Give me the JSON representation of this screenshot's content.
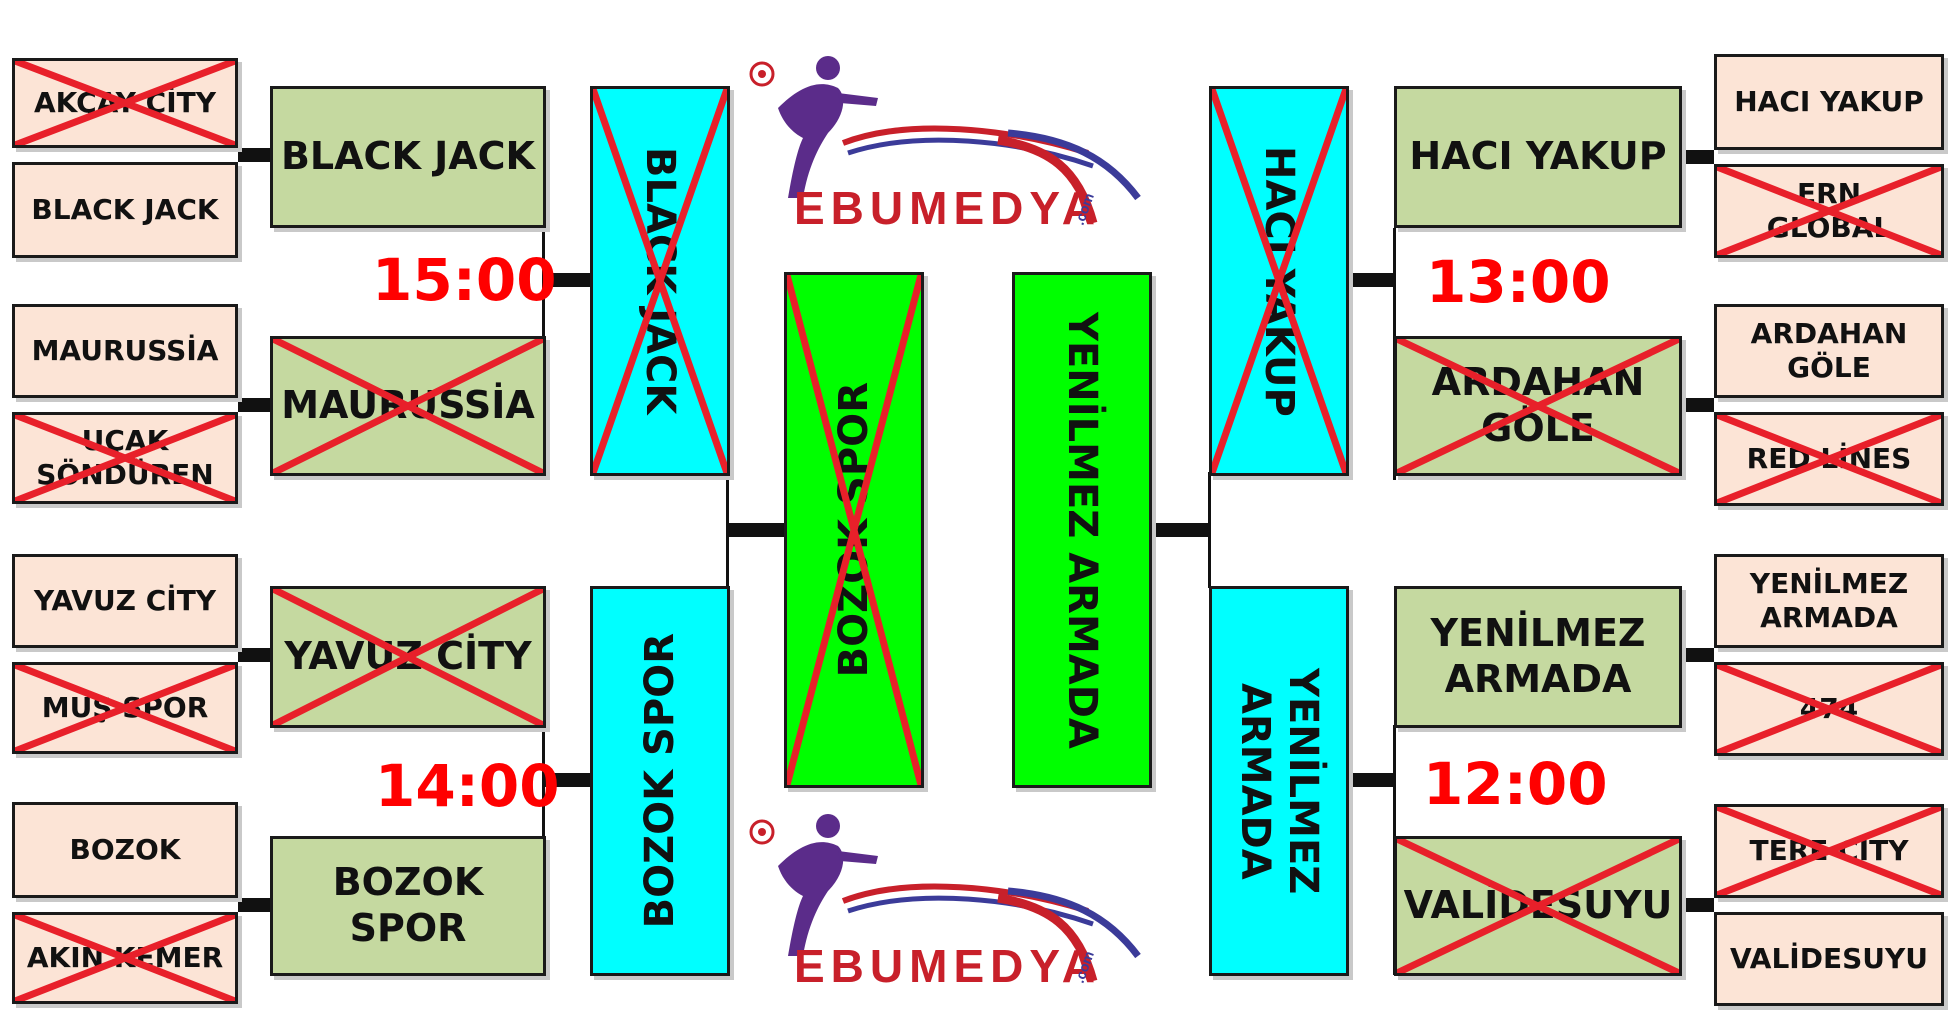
{
  "left": {
    "r1": [
      "AKÇAY CİTY",
      "BLACK JACK",
      "MAURUSSİA",
      "UÇAK SÖNDÜREN",
      "YAVUZ CİTY",
      "MUŞ SPOR",
      "BOZOK",
      "AKIN KEMER"
    ],
    "r2": [
      "BLACK JACK",
      "MAURUSSİA",
      "YAVUZ CİTY",
      "BOZOK SPOR"
    ],
    "qf": [
      "BLACK JACK",
      "BOZOK SPOR"
    ],
    "sf": "BOZOK SPOR",
    "times": [
      "15:00",
      "14:00"
    ]
  },
  "right": {
    "r1": [
      "HACI YAKUP",
      "ERN GLOBAL",
      "ARDAHAN GÖLE",
      "RED LİNES",
      "YENİLMEZ ARMADA",
      "474",
      "TERE CİTY",
      "VALİDESUYU"
    ],
    "r2": [
      "HACI YAKUP",
      "ARDAHAN GÖLE",
      "YENİLMEZ ARMADA",
      "VALİDESUYU"
    ],
    "qf": [
      "HACI YAKUP",
      "YENİLMEZ ARMADA"
    ],
    "sf": "YENİLMEZ ARMADA",
    "times": [
      "13:00",
      "12:00"
    ]
  },
  "logo": {
    "text": "EBUMEDYA",
    "suffix": ".com"
  },
  "colors": {
    "round1": "#fce4d6",
    "round2": "#c5d9a0",
    "quarter": "#00ffff",
    "semi": "#00ff00",
    "cross": "#e8202a",
    "time": "#ff0000"
  }
}
